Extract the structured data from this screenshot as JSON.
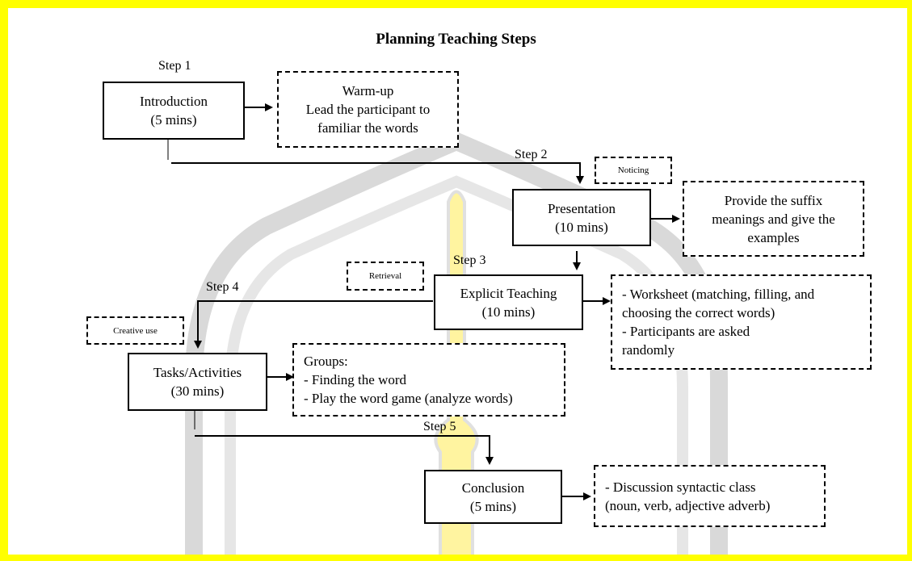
{
  "title": "Planning Teaching Steps",
  "colors": {
    "frame": "#ffff00",
    "watermark": "#d9d9d9",
    "watermark_accent": "#fff4a0"
  },
  "steps": {
    "step1": "Step 1",
    "step2": "Step 2",
    "step3": "Step 3",
    "step4": "Step 4",
    "step5": "Step 5"
  },
  "boxes": {
    "introduction": {
      "line1": "Introduction",
      "line2": "(5 mins)"
    },
    "presentation": {
      "line1": "Presentation",
      "line2": "(10 mins)"
    },
    "explicit": {
      "line1": "Explicit Teaching",
      "line2": "(10 mins)"
    },
    "tasks": {
      "line1": "Tasks/Activities",
      "line2": "(30 mins)"
    },
    "conclusion": {
      "line1": "Conclusion",
      "line2": "(5 mins)"
    }
  },
  "notes": {
    "warmup": {
      "line1": "Warm-up",
      "line2": "Lead the participant to",
      "line3": "familiar the words"
    },
    "suffix": {
      "line1": "Provide the suffix",
      "line2": "meanings and give the",
      "line3": "examples"
    },
    "worksheet": {
      "line1": "- Worksheet (matching, filling, and",
      "line2": "choosing the correct words)",
      "line3": "- Participants are asked",
      "line4": "randomly"
    },
    "groups": {
      "line1": "Groups:",
      "line2": "- Finding the word",
      "line3": "- Play the word game (analyze words)"
    },
    "discussion": {
      "line1": "- Discussion syntactic class",
      "line2": "(noun, verb, adjective adverb)"
    }
  },
  "tags": {
    "noticing": "Noticing",
    "retrieval": "Retrieval",
    "creative": "Creative use"
  }
}
